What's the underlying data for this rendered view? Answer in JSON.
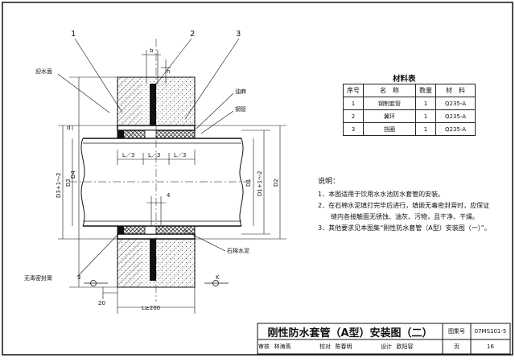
{
  "drawing": {
    "part_labels": [
      "1",
      "2",
      "3"
    ],
    "callouts": {
      "water_side": "迎水面",
      "oakum": "油麻",
      "steel_pipe": "钢管",
      "asbestos_cement": "石棉水泥",
      "sealant": "无毒密封膏"
    },
    "dims": {
      "b": "b",
      "h": "h",
      "d": "d",
      "third": "L／3",
      "D4": "D4",
      "D3_plus": "D3+1～2",
      "D3": "D3",
      "D1_plus": "D1+1～2",
      "D1": "D1",
      "D2": "D2",
      "four": "4",
      "twenty": "20",
      "L_min": "L≥200",
      "section_left": "3",
      "section_right": "K"
    }
  },
  "materials": {
    "title": "材料表",
    "headers": [
      "序号",
      "名　称",
      "数量",
      "材　料"
    ],
    "rows": [
      [
        "1",
        "钢制套管",
        "1",
        "Q235-A"
      ],
      [
        "2",
        "翼环",
        "1",
        "Q235-A"
      ],
      [
        "3",
        "挡圈",
        "1",
        "Q235-A"
      ]
    ]
  },
  "notes": {
    "heading": "说明：",
    "lines": [
      "1．本图适用于饮用水水池防水套管的安装。",
      "2．在石棉水泥填打完毕后进行，填嵌无毒密封膏时，应保证",
      "　　缝内各接触面无锈蚀、油灰、污物，且干净、干燥。",
      "3．其他要求见本图集“刚性防水套管（A型）安装图（一）”。"
    ]
  },
  "title_block": {
    "title": "刚性防水套管（A型）安装图（二）",
    "atlas_label": "图集号",
    "atlas_no": "07MS101-5",
    "review_label": "审核",
    "review_name": "林海燕",
    "check_label": "校对",
    "check_name": "陈春明",
    "design_label": "设计",
    "design_name": "欧阳容",
    "page_label": "页",
    "page_no": "16"
  }
}
